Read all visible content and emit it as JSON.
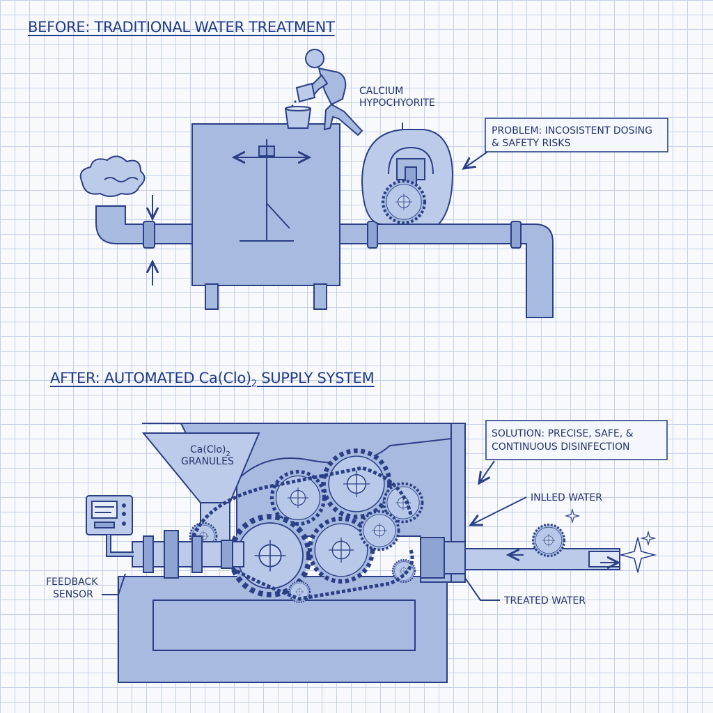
{
  "before": {
    "heading": "BEFORE: TRADITIONAL WATER TREATMENT",
    "chemical_label_line1": "CALCIUM",
    "chemical_label_line2": "HYPOCHYORITE",
    "problem_line1": "PROBLEM: INCOSISTENT DOSING",
    "problem_line2": "& SAFETY RISKS"
  },
  "after": {
    "heading_main": "AFTER: AUTOMATED Ca(Clo)",
    "heading_sub": "2",
    "heading_tail": " SUPPLY SYSTEM",
    "hopper_line1_main": "Ca(Clo)",
    "hopper_line1_sub": "2",
    "hopper_line2": "GRANULES",
    "solution_line1": "SOLUTION: PRECISE, SAFE, &",
    "solution_line2": "CONTINUOUS DISINFECTION",
    "inlet_label": "INLLED WATER",
    "sensor_line1": "FEEDBACK",
    "sensor_line2": "SENSOR",
    "outlet_label": "TREATED WATER"
  },
  "colors": {
    "ink": "#1f3a8a",
    "fill": "#a7badf",
    "grid": "#c5d0e8",
    "paper": "#f7f9fd"
  }
}
